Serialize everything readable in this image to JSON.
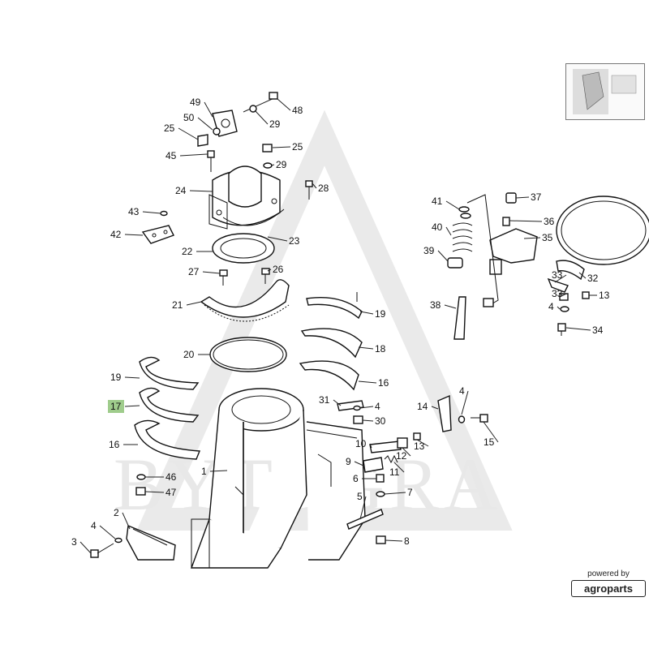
{
  "watermark": "BYTAGRA",
  "highlighted_callout": "17",
  "highlight_color": "#9fcc8c",
  "badge": {
    "powered_by": "powered by",
    "brand": "agroparts"
  },
  "callouts": [
    {
      "id": "c49",
      "text": "49"
    },
    {
      "id": "c48",
      "text": "48"
    },
    {
      "id": "c50",
      "text": "50"
    },
    {
      "id": "c29a",
      "text": "29"
    },
    {
      "id": "c25a",
      "text": "25"
    },
    {
      "id": "c45",
      "text": "45"
    },
    {
      "id": "c25b",
      "text": "25"
    },
    {
      "id": "c29b",
      "text": "29"
    },
    {
      "id": "c24",
      "text": "24"
    },
    {
      "id": "c28",
      "text": "28"
    },
    {
      "id": "c43",
      "text": "43"
    },
    {
      "id": "c42",
      "text": "42"
    },
    {
      "id": "c22",
      "text": "22"
    },
    {
      "id": "c23",
      "text": "23"
    },
    {
      "id": "c27",
      "text": "27"
    },
    {
      "id": "c26",
      "text": "26"
    },
    {
      "id": "c21",
      "text": "21"
    },
    {
      "id": "c19a",
      "text": "19"
    },
    {
      "id": "c18",
      "text": "18"
    },
    {
      "id": "c20",
      "text": "20"
    },
    {
      "id": "c16a",
      "text": "16"
    },
    {
      "id": "c19b",
      "text": "19"
    },
    {
      "id": "c31",
      "text": "31"
    },
    {
      "id": "c4a",
      "text": "4"
    },
    {
      "id": "c30",
      "text": "30"
    },
    {
      "id": "c17",
      "text": "17"
    },
    {
      "id": "c14",
      "text": "14"
    },
    {
      "id": "c4b",
      "text": "4"
    },
    {
      "id": "c15",
      "text": "15"
    },
    {
      "id": "c16b",
      "text": "16"
    },
    {
      "id": "c10",
      "text": "10"
    },
    {
      "id": "c13a",
      "text": "13"
    },
    {
      "id": "c12",
      "text": "12"
    },
    {
      "id": "c9",
      "text": "9"
    },
    {
      "id": "c11",
      "text": "11"
    },
    {
      "id": "c1",
      "text": "1"
    },
    {
      "id": "c46",
      "text": "46"
    },
    {
      "id": "c47",
      "text": "47"
    },
    {
      "id": "c6",
      "text": "6"
    },
    {
      "id": "c7",
      "text": "7"
    },
    {
      "id": "c5",
      "text": "5"
    },
    {
      "id": "c2",
      "text": "2"
    },
    {
      "id": "c4c",
      "text": "4"
    },
    {
      "id": "c3",
      "text": "3"
    },
    {
      "id": "c8",
      "text": "8"
    },
    {
      "id": "c41",
      "text": "41"
    },
    {
      "id": "c37",
      "text": "37"
    },
    {
      "id": "c40",
      "text": "40"
    },
    {
      "id": "c36",
      "text": "36"
    },
    {
      "id": "c35",
      "text": "35"
    },
    {
      "id": "c39",
      "text": "39"
    },
    {
      "id": "c32",
      "text": "32"
    },
    {
      "id": "c33a",
      "text": "33"
    },
    {
      "id": "c33b",
      "text": "33"
    },
    {
      "id": "c13b",
      "text": "13"
    },
    {
      "id": "c38",
      "text": "38"
    },
    {
      "id": "c4d",
      "text": "4"
    },
    {
      "id": "c34",
      "text": "34"
    }
  ]
}
